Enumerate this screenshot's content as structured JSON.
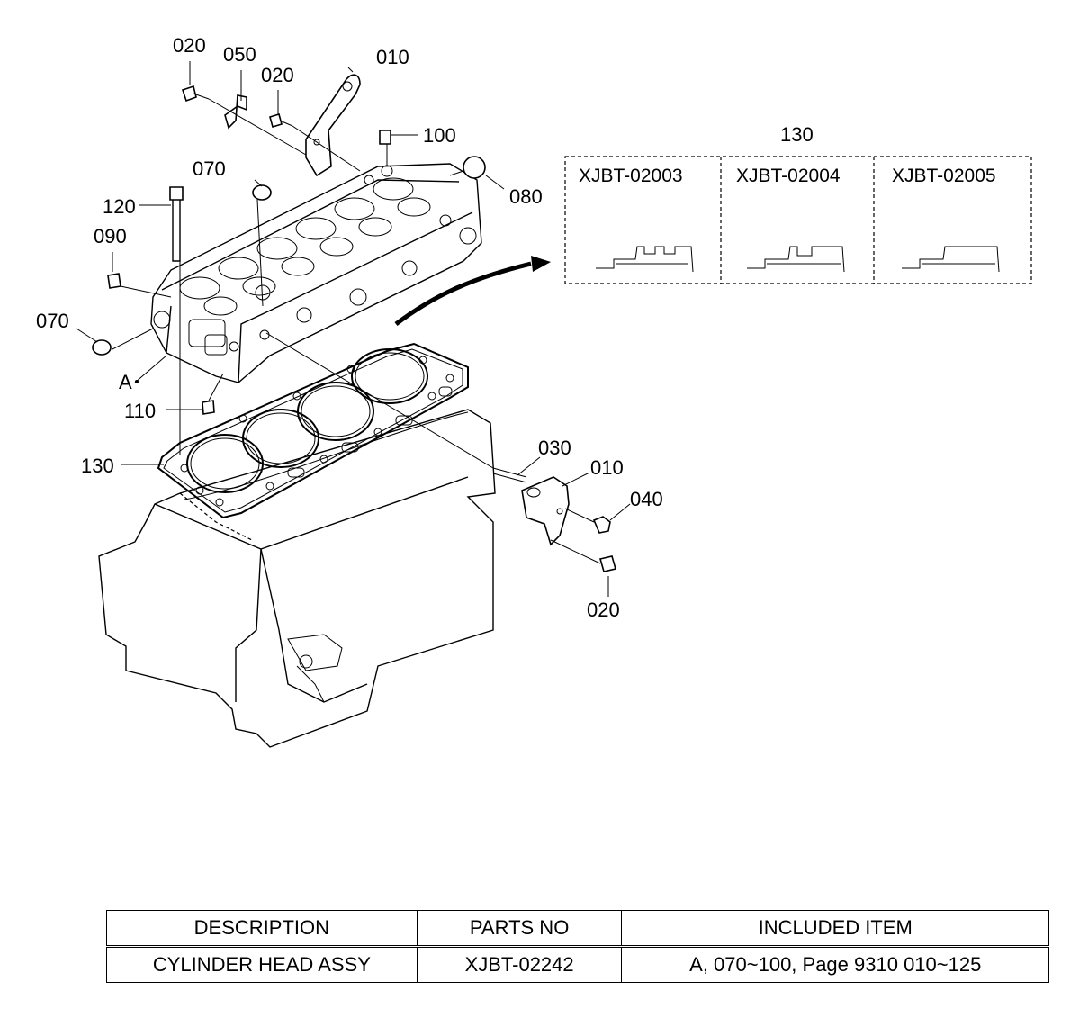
{
  "callouts": {
    "c020_a": "020",
    "c050": "050",
    "c020_b": "020",
    "c010_top": "010",
    "c100": "100",
    "c070_top": "070",
    "c080": "080",
    "c120": "120",
    "c090": "090",
    "c070_left": "070",
    "c_a": "A",
    "c110": "110",
    "c130_left": "130",
    "c030": "030",
    "c010_bot": "010",
    "c040": "040",
    "c020_c": "020"
  },
  "variants": {
    "title": "130",
    "items": [
      "XJBT-02003",
      "XJBT-02004",
      "XJBT-02005"
    ]
  },
  "table": {
    "headers": [
      "DESCRIPTION",
      "PARTS NO",
      "INCLUDED ITEM"
    ],
    "rows": [
      [
        "CYLINDER HEAD ASSY",
        "XJBT-02242",
        "A, 070~100, Page 9310 010~125"
      ]
    ]
  }
}
